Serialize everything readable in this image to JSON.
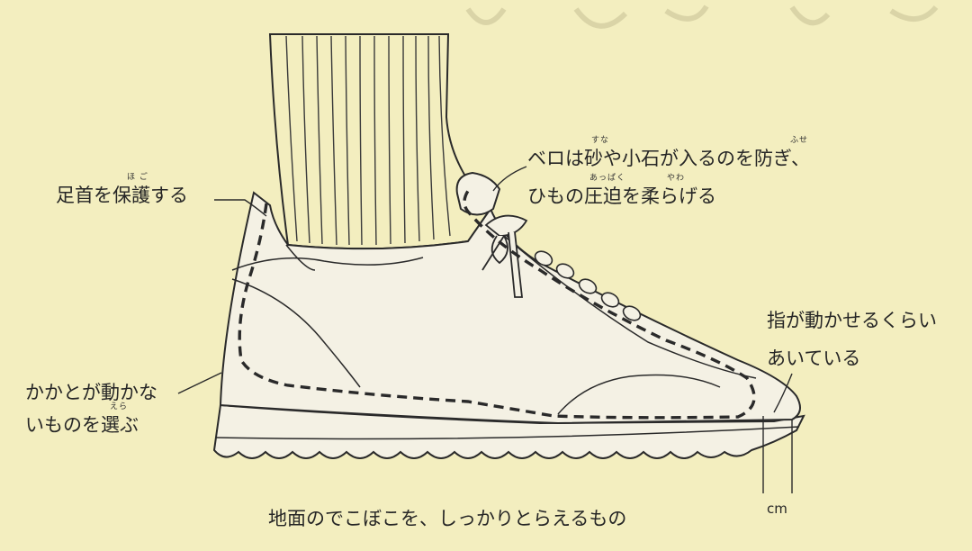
{
  "colors": {
    "paper": "#f3eebf",
    "ink": "#2a2a2a",
    "shoe_fill": "#f4f1e4"
  },
  "labels": {
    "ankle": "足首を保護する",
    "tongue_line1": "ベロは砂や小石が入るのを防ぎ、",
    "tongue_line2": "ひもの圧迫を柔らげる",
    "toe_line1": "指が動かせるくらい",
    "toe_line2": "あいている",
    "heel_line1": "かかとが動かな",
    "heel_line2": "いものを選ぶ",
    "sole": "地面のでこぼこを、しっかりとらえるもの",
    "unit": "cm"
  },
  "furigana": {
    "hogo": "ほ ご",
    "suna": "すな",
    "fuse": "ふせ",
    "appaku": "あっぱく",
    "yawa": "やわ",
    "era": "えら"
  }
}
